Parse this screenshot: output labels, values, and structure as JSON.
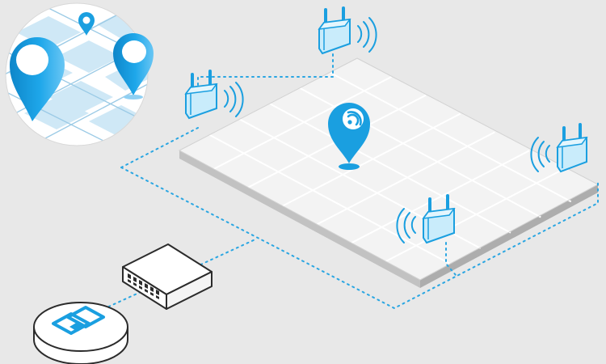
{
  "diagram": {
    "type": "indoor-positioning-network",
    "colors": {
      "background": "#e8e8e8",
      "floor_top": "#f2f2f2",
      "floor_edge": "#b9b9b9",
      "grid": "#ffffff",
      "accent": "#1a9fe0",
      "accent_light": "#8fd0f3",
      "ap_fill": "#c9ecfb",
      "dotted_link": "#2aa6e2",
      "switch_body": "#ffffff",
      "switch_outline": "#2b2b2b",
      "controller_body": "#ffffff",
      "map_water": "#cfe8f6",
      "map_roads": "#ffffff"
    },
    "nodes": [
      {
        "name": "location-map-inset",
        "icon": "map-with-pins"
      },
      {
        "name": "access-point-top",
        "icon": "wireless-access-point"
      },
      {
        "name": "access-point-left",
        "icon": "wireless-access-point"
      },
      {
        "name": "access-point-right",
        "icon": "wireless-access-point"
      },
      {
        "name": "access-point-front",
        "icon": "wireless-access-point"
      },
      {
        "name": "location-pin",
        "icon": "location-pin-with-wifi"
      },
      {
        "name": "network-switch",
        "icon": "ethernet-switch"
      },
      {
        "name": "controller-puck",
        "icon": "cloud-controller-layers"
      }
    ],
    "links": [
      {
        "from": "controller-puck",
        "to": "network-switch",
        "style": "dotted"
      },
      {
        "from": "network-switch",
        "to": "access-point-ring",
        "style": "dotted"
      },
      {
        "from": "access-point-left",
        "to": "access-point-top",
        "style": "dotted"
      },
      {
        "from": "access-point-right",
        "to": "access-point-front",
        "style": "dotted"
      }
    ]
  }
}
